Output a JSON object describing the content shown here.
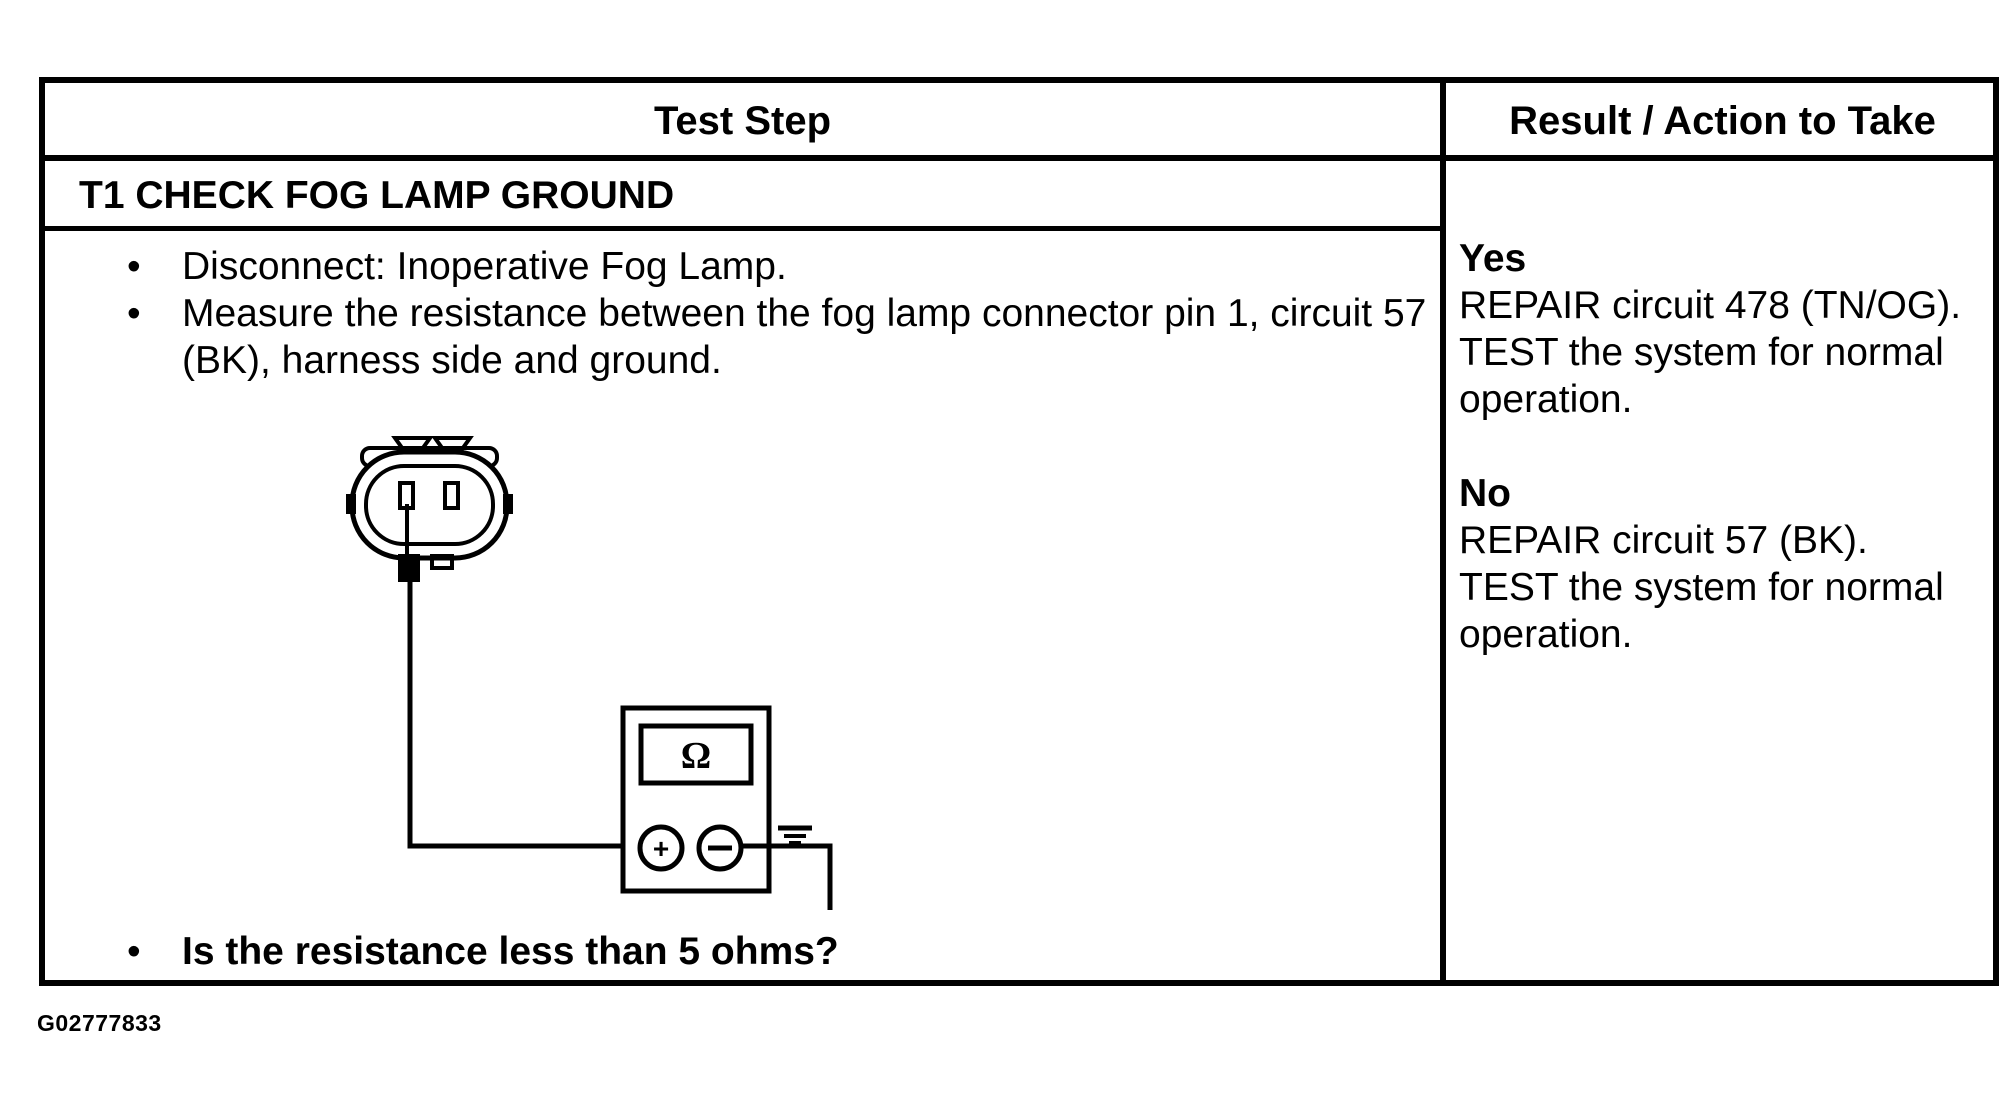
{
  "table": {
    "header_left": "Test Step",
    "header_right": "Result / Action to Take",
    "step_title": "T1 CHECK FOG LAMP GROUND",
    "steps": [
      "Disconnect: Inoperative Fog Lamp.",
      "Measure the resistance between the fog lamp connector pin 1, circuit 57 (BK), harness side and ground."
    ],
    "question": "Is the resistance less than 5 ohms?",
    "results": [
      {
        "label": "Yes",
        "lines": [
          "REPAIR circuit 478 (TN/OG).",
          "TEST the system for normal operation."
        ]
      },
      {
        "label": "No",
        "lines": [
          "REPAIR circuit 57 (BK).",
          "TEST the system for normal operation."
        ]
      }
    ]
  },
  "diagram": {
    "meter_symbol": "Ω",
    "icons": [
      "connector-icon",
      "ohmmeter-icon",
      "ground-icon"
    ]
  },
  "figure_id": "G02777833"
}
